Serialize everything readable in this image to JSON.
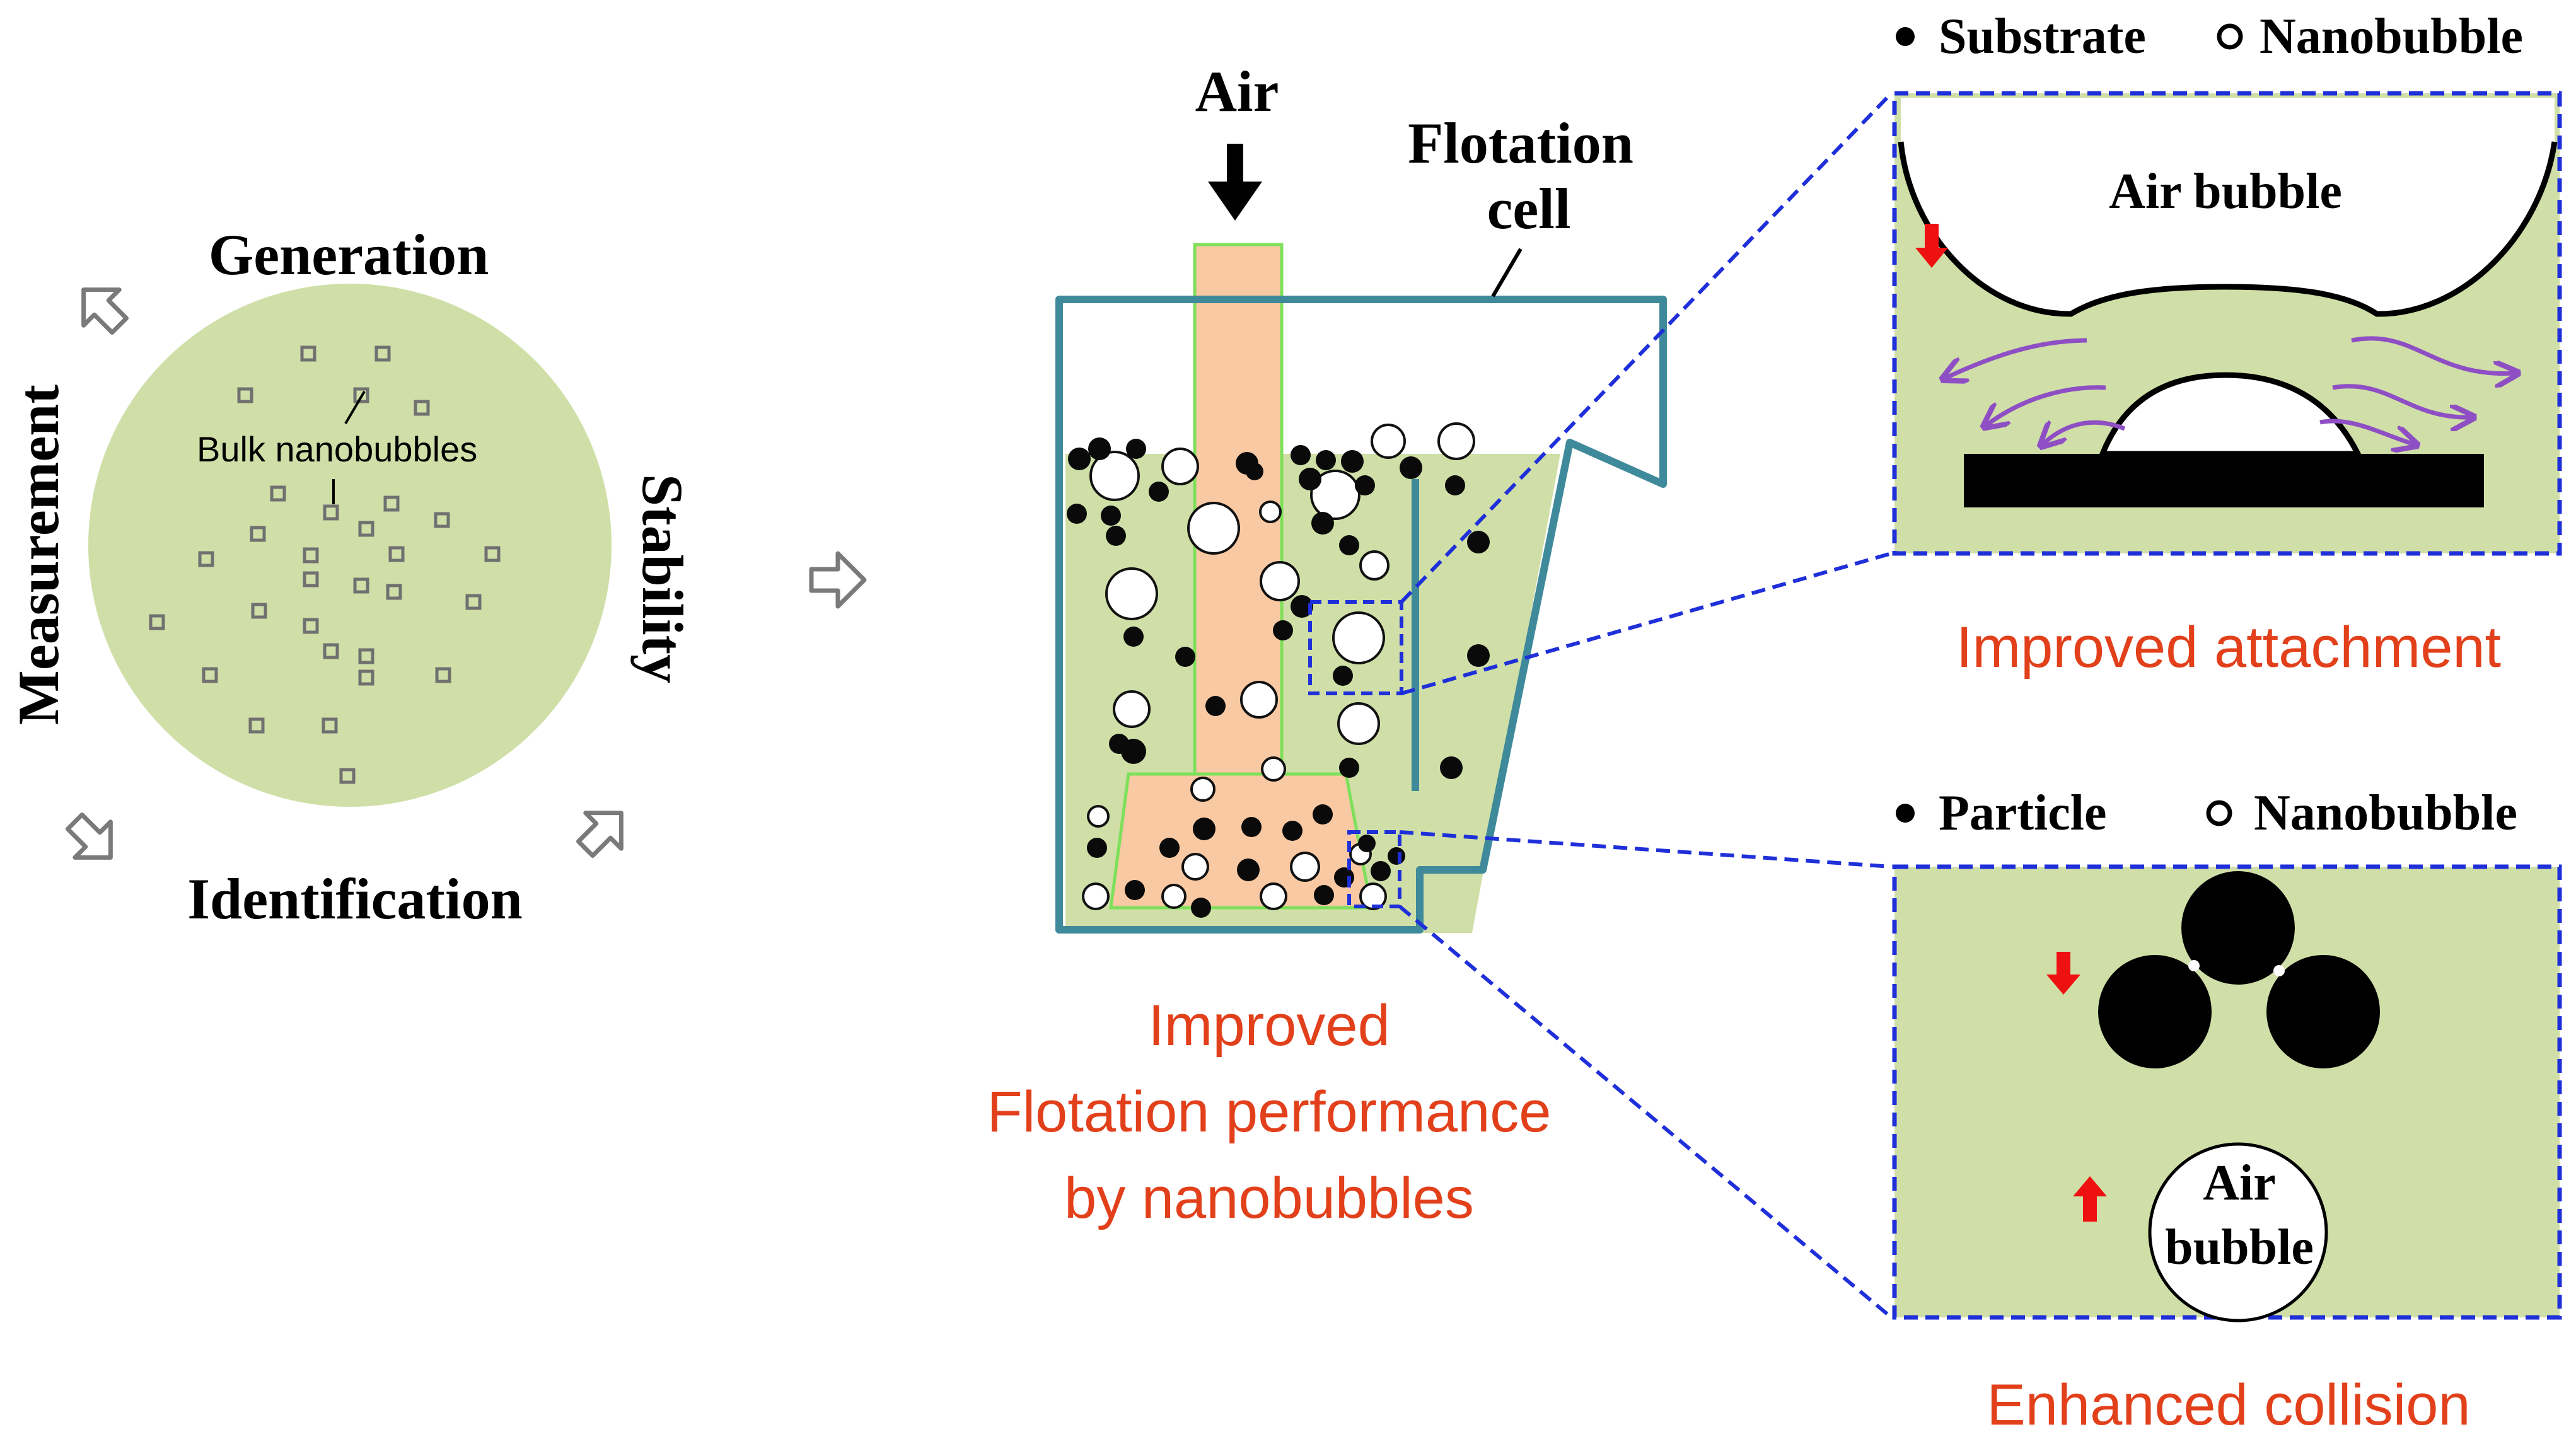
{
  "left_panel": {
    "label_generation": "Generation",
    "label_measurement": "Measurement",
    "label_stability": "Stability",
    "label_identification": "Identification",
    "label_bulk": "Bulk nanobubbles"
  },
  "cell_panel": {
    "label_air": "Air",
    "label_flotation_line1": "Flotation",
    "label_flotation_line2": "cell",
    "caption_line1": "Improved",
    "caption_line2": "Flotation performance",
    "caption_line3": "by nanobubbles"
  },
  "attachment_panel": {
    "legend_substrate": "Substrate",
    "legend_nanobubble": "Nanobubble",
    "label_air_bubble": "Air bubble",
    "caption": "Improved attachment"
  },
  "collision_panel": {
    "legend_particle": "Particle",
    "legend_nanobubble": "Nanobubble",
    "label_air_line1": "Air",
    "label_air_line2": "bubble",
    "caption": "Enhanced collision"
  },
  "colors": {
    "liquid_green": "#cfdfa7",
    "tube_peach": "#f9c9a3",
    "tube_outline": "#7ee05a",
    "cell_outline": "#3f8a9a",
    "dashed_blue": "#1f2fd9",
    "caption_orange": "#e2401b",
    "arrow_red": "#ee1111",
    "flow_purple": "#8f4fc4"
  }
}
